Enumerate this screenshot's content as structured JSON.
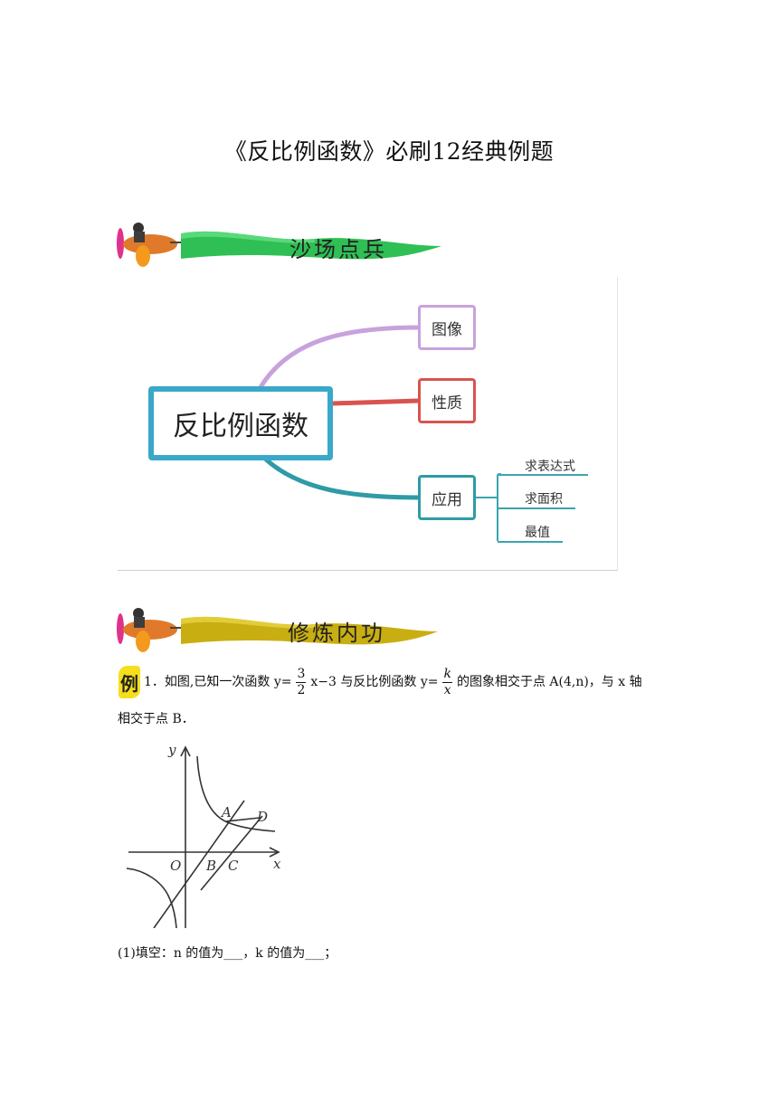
{
  "doc_title": "《反比例函数》必刷12经典例题",
  "banners": {
    "first": "沙场点兵",
    "second": "修炼内功"
  },
  "mindmap": {
    "root": "反比例函数",
    "branches": [
      "图像",
      "性质",
      "应用"
    ],
    "application_leaves": [
      "求表达式",
      "求面积",
      "最值"
    ],
    "colors": {
      "root": "#3aa8c8",
      "image": "#c8a2dc",
      "property": "#d9534f",
      "application": "#2e9ba6"
    }
  },
  "example1": {
    "badge": "例",
    "number": "1．",
    "line1_a": "如图,已知一次函数 y=",
    "frac1_num": "3",
    "frac1_den": "2",
    "line1_b": "x−3 与反比例函数 y=",
    "frac2_num": "k",
    "frac2_den": "x",
    "line1_c": "的图象相交于点 A(4,n)，与 x 轴",
    "line2": "相交于点 B．",
    "figure_labels": {
      "y": "y",
      "x": "x",
      "O": "O",
      "A": "A",
      "B": "B",
      "C": "C",
      "D": "D"
    },
    "question1": "(1)填空：n 的值为___，k 的值为___；"
  }
}
